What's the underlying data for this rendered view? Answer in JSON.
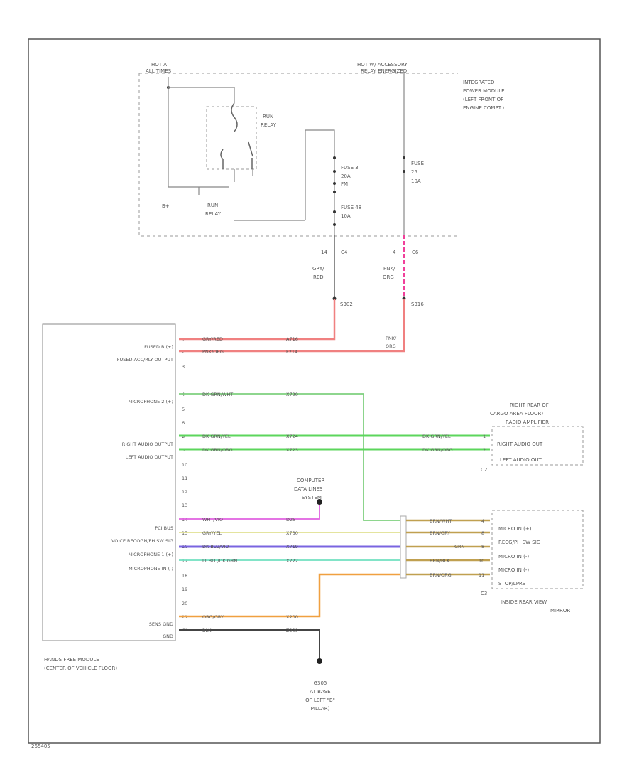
{
  "colors": {
    "frame": "#555555",
    "dash": "#9a9a9a",
    "wire_red": "#f08080",
    "wire_pink": "#f0409a",
    "wire_green": "#7fd07f",
    "wire_green_bright": "#5cd65c",
    "wire_magenta": "#e060e0",
    "wire_yellow": "#e0e090",
    "wire_violet": "#7a64e0",
    "wire_teal": "#70e0c0",
    "wire_orange": "#f0a040",
    "wire_tan": "#c0a050",
    "wire_black": "#444444",
    "wire_gray": "#888888"
  },
  "labels": {
    "hot_at_all_times": [
      "HOT AT",
      "ALL TIMES"
    ],
    "hot_accessory": [
      "HOT W/ ACCESSORY",
      "RELAY ENERGIZED"
    ],
    "ipm": [
      "INTEGRATED",
      "POWER MODULE",
      "(LEFT FRONT OF",
      "ENGINE COMPT.)"
    ],
    "run_relay_top": [
      "RUN",
      "RELAY"
    ],
    "run_relay_bottom": [
      "RUN",
      "RELAY"
    ],
    "b_plus": "B+",
    "fuse3": [
      "FUSE 3",
      "20A",
      "FM"
    ],
    "fuse48": [
      "FUSE 48",
      "10A"
    ],
    "fuse25": [
      "FUSE",
      "25",
      "10A"
    ],
    "c4_pin": "14",
    "c4": "C4",
    "c6_pin": "4",
    "c6": "C6",
    "wire_c4": [
      "GRY/",
      "RED"
    ],
    "wire_c6": [
      "PNK/",
      "ORG"
    ],
    "splice_left": "S302",
    "splice_right": "S316",
    "wire_c6_lower": [
      "PNK/",
      "ORG"
    ],
    "computer_data_lines": [
      "COMPUTER",
      "DATA LINES",
      "SYSTEM"
    ],
    "rear_cargo": [
      "RIGHT REAR OF",
      "CARGO AREA FLOOR)"
    ],
    "radio_amp": "RADIO AMPLIFIER",
    "right_audio_out": "RIGHT AUDIO OUT",
    "left_audio_out": "LEFT AUDIO OUT",
    "c2": "C2",
    "c3": "C3",
    "mirror_lines": [
      "MICRO IN (+)",
      "RECG/PH SW SIG",
      "MICRO IN (-)",
      "MICRO IN (-)",
      "STOP/LPRS"
    ],
    "inside_mirror": [
      "INSIDE REAR VIEW",
      "MIRROR"
    ],
    "hfm": [
      "HANDS FREE MODULE",
      "(CENTER OF VEHICLE FLOOR)"
    ],
    "ground": [
      "G305",
      "AT BASE",
      "OF LEFT \"B\"",
      "PILLAR)"
    ],
    "diagram_id": "265405"
  },
  "hfm_pins": [
    {
      "pin": "1",
      "label": "FUSED B (+)"
    },
    {
      "pin": "2",
      "label": "FUSED ACC/RLY OUTPUT"
    },
    {
      "pin": "3",
      "label": ""
    },
    {
      "pin": "4",
      "label": "MICROPHONE 2 (+)"
    },
    {
      "pin": "5",
      "label": ""
    },
    {
      "pin": "6",
      "label": ""
    },
    {
      "pin": "7",
      "label": ""
    },
    {
      "pin": "8",
      "label": "RIGHT AUDIO OUTPUT"
    },
    {
      "pin": "9",
      "label": "LEFT AUDIO OUTPUT"
    },
    {
      "pin": "10",
      "label": ""
    },
    {
      "pin": "11",
      "label": ""
    },
    {
      "pin": "12",
      "label": ""
    },
    {
      "pin": "13",
      "label": ""
    },
    {
      "pin": "14",
      "label": "PCI BUS"
    },
    {
      "pin": "15",
      "label": "VOICE RECOGN/PH SW SIG"
    },
    {
      "pin": "16",
      "label": "MICROPHONE 1 (+)"
    },
    {
      "pin": "17",
      "label": "MICROPHONE IN (-)"
    },
    {
      "pin": "18",
      "label": ""
    },
    {
      "pin": "19",
      "label": ""
    },
    {
      "pin": "20",
      "label": ""
    },
    {
      "pin": "21",
      "label": "SENS GND"
    },
    {
      "pin": "22",
      "label": "GND"
    }
  ],
  "wires": {
    "w1": {
      "color": "GRY/RED",
      "circuit": "A716"
    },
    "w2": {
      "color": "PNK/ORG",
      "circuit": "F214"
    },
    "w4": {
      "color": "DK GRN/WHT",
      "circuit": "X720"
    },
    "w8": {
      "color": "DK GRN/YEL",
      "circuit": "X724"
    },
    "w9": {
      "color": "DK GRN/ORG",
      "circuit": "X723"
    },
    "w14": {
      "color": "WHT/VIO",
      "circuit": "D25"
    },
    "w15": {
      "color": "GRY/YEL",
      "circuit": "X730"
    },
    "w16": {
      "color": "DK BLU/VIO",
      "circuit": "X719"
    },
    "w17": {
      "color": "LT BLU/DK GRN",
      "circuit": "X722"
    },
    "w21": {
      "color": "ORG/GRY",
      "circuit": "X200"
    },
    "w22": {
      "color": "BLK",
      "circuit": "Z909"
    },
    "c2_r": {
      "color": "DK GRN/YEL",
      "pin": "1"
    },
    "c2_l": {
      "color": "DK GRN/ORG",
      "pin": "2"
    },
    "c3_1": {
      "color": "BRN/WHT",
      "pin": "4"
    },
    "c3_2": {
      "color": "BRN/GRY",
      "pin": "8"
    },
    "c3_3": {
      "color": "GRN",
      "pin": "8"
    },
    "c3_4": {
      "color": "BRN/BLK",
      "pin": "10"
    },
    "c3_5": {
      "color": "BRN/ORG",
      "pin": "11"
    }
  }
}
